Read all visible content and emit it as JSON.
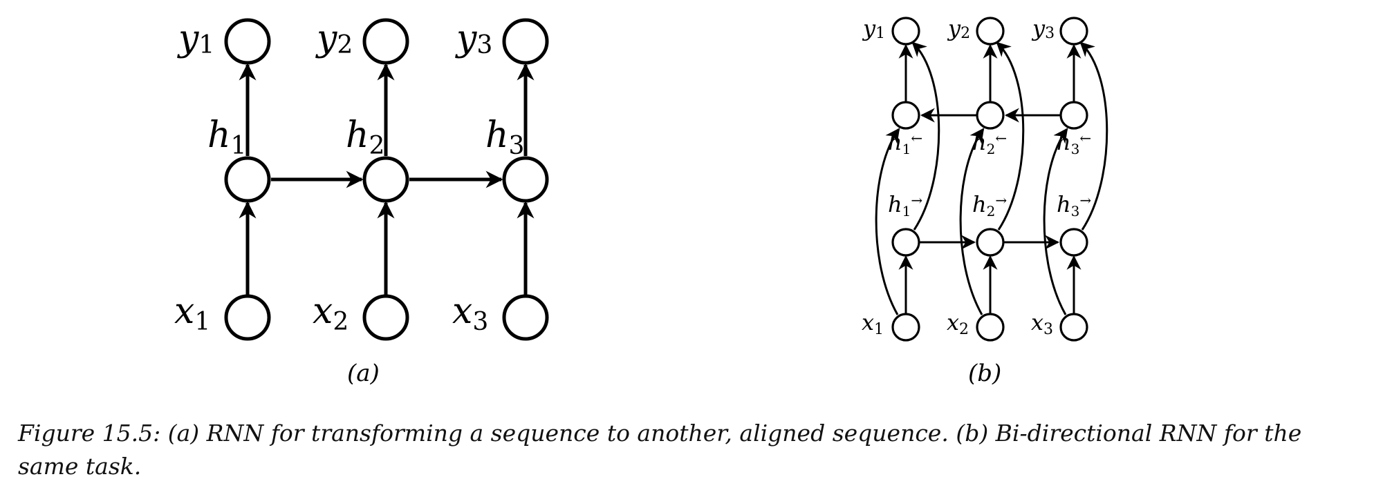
{
  "diagram_a": {
    "panel_label": "(a)",
    "outputs": [
      {
        "sym": "y",
        "sub": "1"
      },
      {
        "sym": "y",
        "sub": "2"
      },
      {
        "sym": "y",
        "sub": "3"
      }
    ],
    "hidden": [
      {
        "sym": "h",
        "sub": "1"
      },
      {
        "sym": "h",
        "sub": "2"
      },
      {
        "sym": "h",
        "sub": "3"
      }
    ],
    "inputs": [
      {
        "sym": "x",
        "sub": "1"
      },
      {
        "sym": "x",
        "sub": "2"
      },
      {
        "sym": "x",
        "sub": "3"
      }
    ]
  },
  "diagram_b": {
    "panel_label": "(b)",
    "outputs": [
      {
        "sym": "y",
        "sub": "1"
      },
      {
        "sym": "y",
        "sub": "2"
      },
      {
        "sym": "y",
        "sub": "3"
      }
    ],
    "backward_hidden": [
      {
        "sym": "h",
        "sub": "1",
        "sup": "←"
      },
      {
        "sym": "h",
        "sub": "2",
        "sup": "←"
      },
      {
        "sym": "h",
        "sub": "3",
        "sup": "←"
      }
    ],
    "forward_hidden": [
      {
        "sym": "h",
        "sub": "1",
        "sup": "→"
      },
      {
        "sym": "h",
        "sub": "2",
        "sup": "→"
      },
      {
        "sym": "h",
        "sub": "3",
        "sup": "→"
      }
    ],
    "inputs": [
      {
        "sym": "x",
        "sub": "1"
      },
      {
        "sym": "x",
        "sub": "2"
      },
      {
        "sym": "x",
        "sub": "3"
      }
    ]
  },
  "caption": "Figure 15.5: (a) RNN for transforming a sequence to another, aligned sequence. (b) Bi-directional RNN for the same task."
}
